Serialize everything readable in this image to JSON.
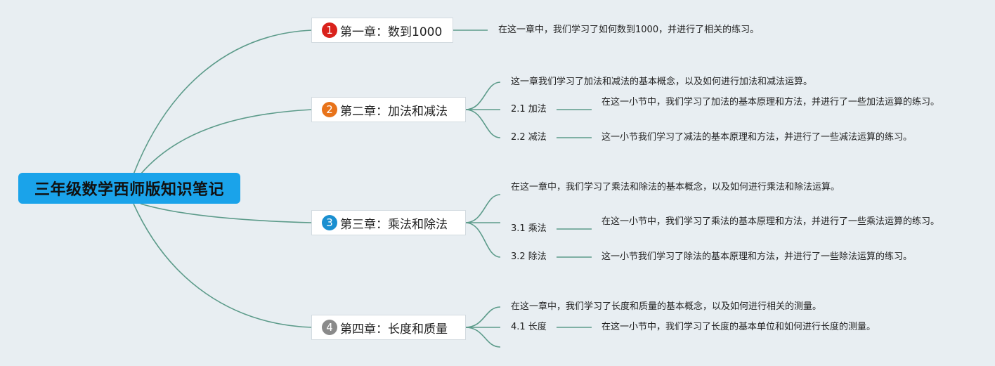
{
  "root": {
    "title": "三年级数学西师版知识笔记"
  },
  "theme": {
    "root_color": "#1aa3ea",
    "link_color": "#5c9b8a"
  },
  "chapters": [
    {
      "number": "1",
      "badge_color": "#d9221c",
      "title": "第一章：数到1000",
      "summary": "在这一章中，我们学习了如何数到1000，并进行了相关的练习。"
    },
    {
      "number": "2",
      "badge_color": "#e8731a",
      "title": "第二章：加法和减法",
      "summary": "这一章我们学习了加法和减法的基本概念，以及如何进行加法和减法运算。",
      "sections": [
        {
          "label": "2.1 加法",
          "note": "在这一小节中，我们学习了加法的基本原理和方法，并进行了一些加法运算的练习。"
        },
        {
          "label": "2.2 减法",
          "note": "这一小节我们学习了减法的基本原理和方法，并进行了一些减法运算的练习。"
        }
      ]
    },
    {
      "number": "3",
      "badge_color": "#1a8fd0",
      "title": "第三章：乘法和除法",
      "summary": "在这一章中，我们学习了乘法和除法的基本概念，以及如何进行乘法和除法运算。",
      "sections": [
        {
          "label": "3.1 乘法",
          "note": "在这一小节中，我们学习了乘法的基本原理和方法，并进行了一些乘法运算的练习。"
        },
        {
          "label": "3.2 除法",
          "note": "这一小节我们学习了除法的基本原理和方法，并进行了一些除法运算的练习。"
        }
      ]
    },
    {
      "number": "4",
      "badge_color": "#8a8a8a",
      "title": "第四章：长度和质量",
      "summary": "在这一章中，我们学习了长度和质量的基本概念，以及如何进行相关的测量。",
      "sections": [
        {
          "label": "4.1 长度",
          "note": "在这一小节中，我们学习了长度的基本单位和如何进行长度的测量。"
        }
      ]
    }
  ]
}
